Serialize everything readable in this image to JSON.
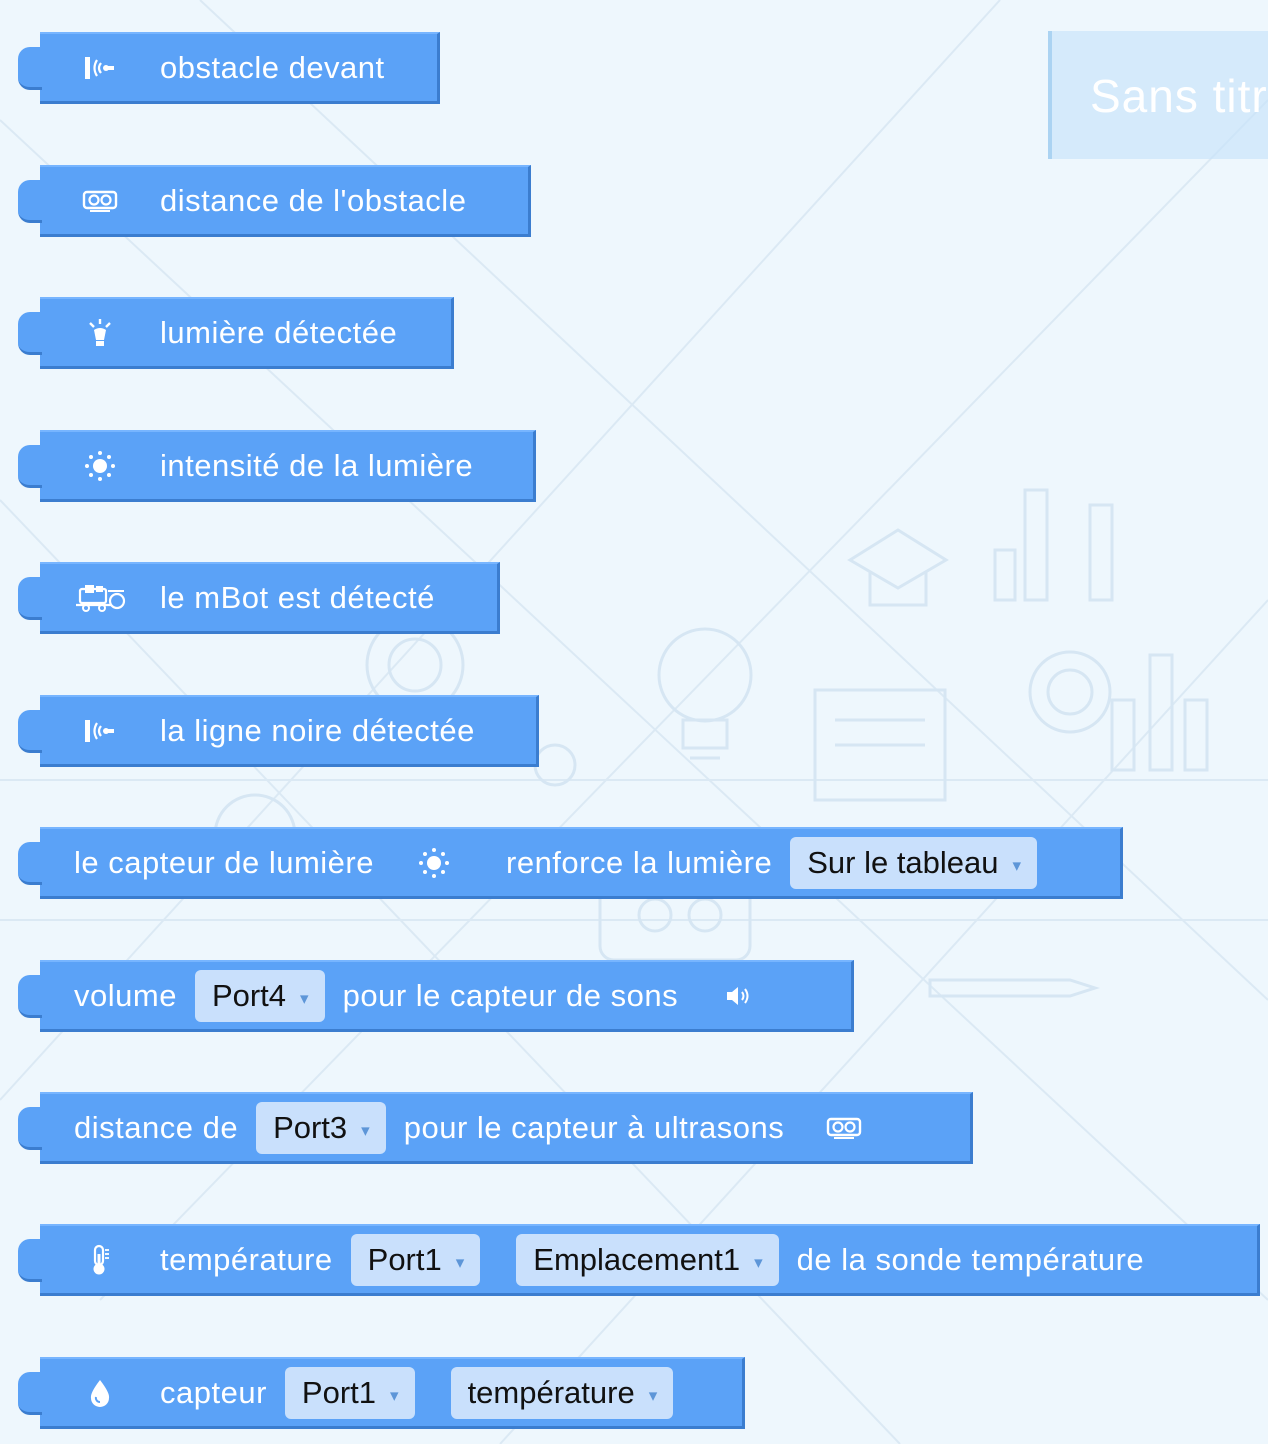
{
  "title_tab": {
    "text": "Sans titr"
  },
  "blocks": [
    {
      "icon": "infrared-icon",
      "label": "obstacle devant"
    },
    {
      "icon": "ultrasonic-icon",
      "label": "distance de l'obstacle"
    },
    {
      "icon": "light-bulb-icon",
      "label": "lumière détectée"
    },
    {
      "icon": "sun-icon",
      "label": "intensité de la lumière"
    },
    {
      "icon": "mbot-icon",
      "label": "le mBot est détecté"
    },
    {
      "icon": "infrared-icon",
      "label": "la ligne noire détectée"
    },
    {
      "label_a": "le capteur de lumière",
      "icon": "sun-icon",
      "label_b": "renforce la lumière",
      "dropdown": "Sur le tableau"
    },
    {
      "label_a": "volume",
      "dropdown": "Port4",
      "label_b": "pour le capteur de sons",
      "icon": "speaker-icon"
    },
    {
      "label_a": "distance de",
      "dropdown": "Port3",
      "label_b": "pour le capteur à ultrasons",
      "icon": "ultrasonic-icon"
    },
    {
      "icon": "thermometer-icon",
      "label_a": "température",
      "dropdown_a": "Port1",
      "dropdown_b": "Emplacement1",
      "label_b": "de la sonde température"
    },
    {
      "icon": "water-drop-icon",
      "label_a": "capteur",
      "dropdown_a": "Port1",
      "dropdown_b": "température"
    }
  ],
  "dropdown_arrow": "▾",
  "colors": {
    "block": "#5ba2f7",
    "block_shadow": "#3b7dcf",
    "dropdown_bg": "#c9e0fc",
    "background": "#eef7fd"
  }
}
